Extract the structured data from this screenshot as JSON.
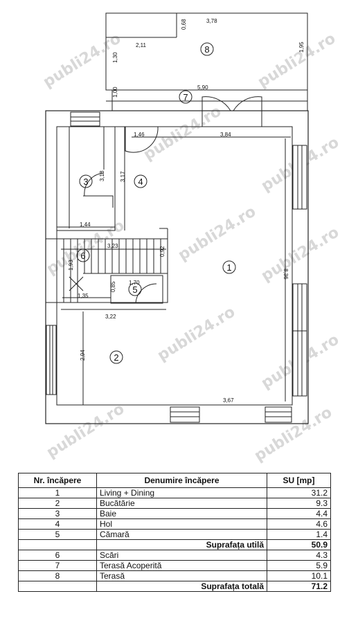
{
  "watermark": "publi24.ro",
  "plan": {
    "dimensions": {
      "d_378": "3,78",
      "d_068": "0,68",
      "d_211": "2,11",
      "d_130": "1,30",
      "d_195": "1,95",
      "d_100": "1,00",
      "d_590": "5,90",
      "d_146": "1,46",
      "d_384": "3,84",
      "d_318": "3,18",
      "d_317": "3,17",
      "d_144": "1,44",
      "d_323": "3,23",
      "d_092": "0,92",
      "d_193": "1,93",
      "d_170": "1,70",
      "d_135": "1,35",
      "d_085": "0,85",
      "d_322": "3,22",
      "d_294": "2,94",
      "d_836": "8,36",
      "d_367": "3,67"
    },
    "rooms": {
      "r1": "1",
      "r2": "2",
      "r3": "3",
      "r4": "4",
      "r5": "5",
      "r6": "6",
      "r7": "7",
      "r8": "8"
    }
  },
  "table": {
    "headers": {
      "nr": "Nr. încăpere",
      "name": "Denumire încăpere",
      "su": "SU [mp]"
    },
    "rows": [
      {
        "nr": "1",
        "name": "Living + Dining",
        "su": "31.2"
      },
      {
        "nr": "2",
        "name": "Bucătărie",
        "su": "9.3"
      },
      {
        "nr": "3",
        "name": "Baie",
        "su": "4.4"
      },
      {
        "nr": "4",
        "name": "Hol",
        "su": "4.6"
      },
      {
        "nr": "5",
        "name": "Cămară",
        "su": "1.4"
      }
    ],
    "subtotal": {
      "label": "Suprafața utilă",
      "value": "50.9"
    },
    "rows2": [
      {
        "nr": "6",
        "name": "Scări",
        "su": "4.3"
      },
      {
        "nr": "7",
        "name": "Terasă Acoperită",
        "su": "5.9"
      },
      {
        "nr": "8",
        "name": "Terasă",
        "su": "10.1"
      }
    ],
    "total": {
      "label": "Suprafața totală",
      "value": "71.2"
    }
  }
}
